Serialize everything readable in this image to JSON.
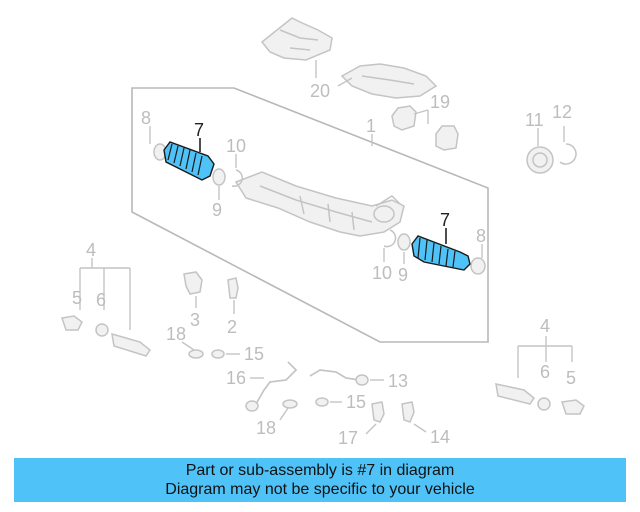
{
  "diagram": {
    "labels": {
      "n1": "1",
      "n2": "2",
      "n3": "3",
      "n4_left": "4",
      "n4_right": "4",
      "n5_left": "5",
      "n5_right": "5",
      "n6_left": "6",
      "n6_right": "6",
      "n7_left": "7",
      "n7_right": "7",
      "n8_left": "8",
      "n8_right": "8",
      "n9_left": "9",
      "n9_right": "9",
      "n10_left": "10",
      "n10_right": "10",
      "n11": "11",
      "n12": "12",
      "n13": "13",
      "n14": "14",
      "n15_top": "15",
      "n15_bottom": "15",
      "n16": "16",
      "n17": "17",
      "n18_top": "18",
      "n18_bottom": "18",
      "n19": "19",
      "n20": "20"
    },
    "highlight_part": "7",
    "highlight_color": "#4fc3f7"
  },
  "banner": {
    "line1": "Part or sub-assembly is #7 in diagram",
    "line2": "Diagram may not be specific to your vehicle"
  }
}
